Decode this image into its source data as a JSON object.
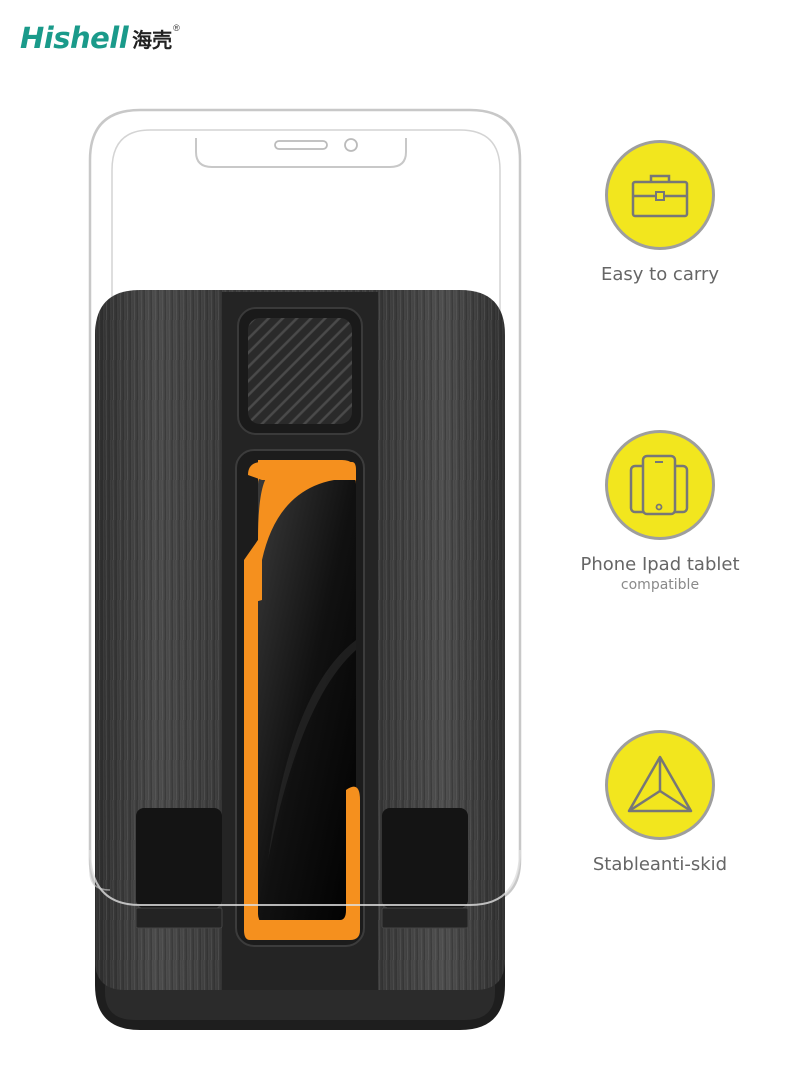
{
  "brand": {
    "name_en": "Hishell",
    "name_cn": "海壳",
    "reg": "®"
  },
  "features": [
    {
      "icon": "briefcase-icon",
      "label": "Easy to carry",
      "sub": ""
    },
    {
      "icon": "phone-tablet-icon",
      "label": "Phone Ipad tablet",
      "sub": "compatible"
    },
    {
      "icon": "triangle-stand-icon",
      "label": "Stableanti-skid",
      "sub": ""
    }
  ],
  "colors": {
    "brand_green": "#1a9a8a",
    "badge_yellow": "#f2e61e",
    "accent_orange": "#f5901e",
    "wood_dark": "#3a3a3a"
  }
}
